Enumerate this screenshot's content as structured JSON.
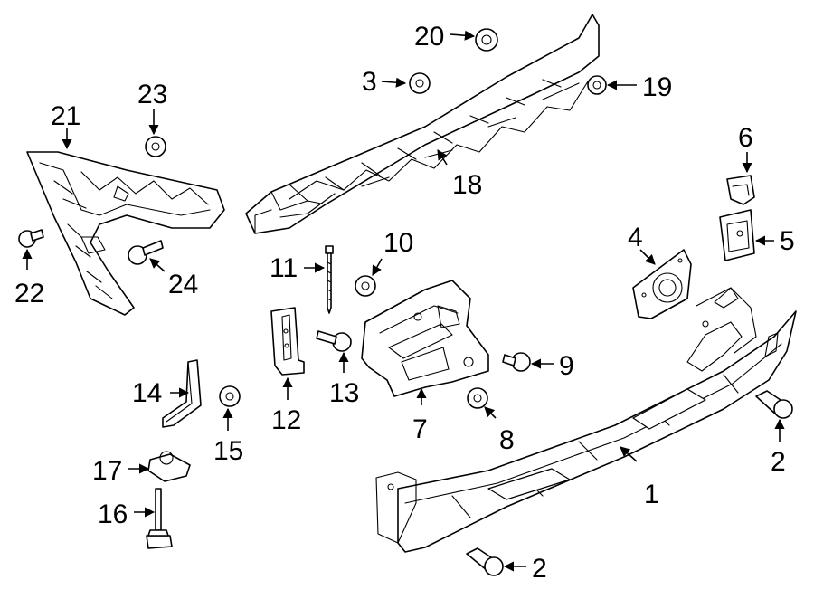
{
  "diagram": {
    "callouts": {
      "c1": "1",
      "c2a": "2",
      "c2b": "2",
      "c3": "3",
      "c4": "4",
      "c5": "5",
      "c6": "6",
      "c7": "7",
      "c8": "8",
      "c9": "9",
      "c10": "10",
      "c11": "11",
      "c12": "12",
      "c13": "13",
      "c14": "14",
      "c15": "15",
      "c16": "16",
      "c17": "17",
      "c18": "18",
      "c19": "19",
      "c20": "20",
      "c21": "21",
      "c22": "22",
      "c23": "23",
      "c24": "24"
    }
  }
}
